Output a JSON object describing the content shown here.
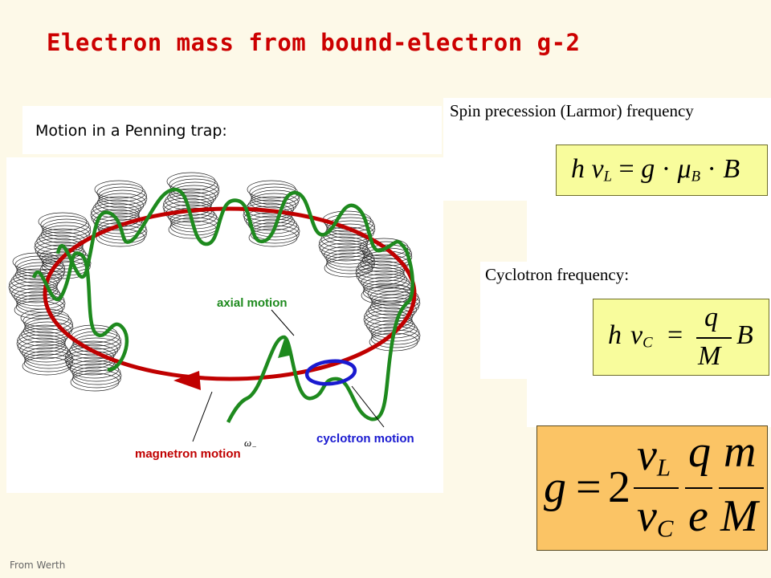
{
  "title": "Electron mass from bound-electron g-2",
  "subtitle": "Motion in a Penning trap:",
  "diagram": {
    "axial_label": "axial motion",
    "cyclotron_label": "cyclotron motion",
    "magnetron_label": "magnetron motion",
    "omega_symbol": "ω",
    "omega_sub": "−"
  },
  "spin": {
    "label": "Spin precession (Larmor) frequency",
    "eq": {
      "h": "h",
      "nu": "ν",
      "sub": "L",
      "eq": "=",
      "g": "g",
      "dot1": "·",
      "mu": "μ",
      "musub": "B",
      "dot2": "·",
      "B": "B"
    }
  },
  "cyclotron": {
    "label": "Cyclotron frequency:",
    "eq": {
      "h": "h",
      "nu": "ν",
      "sub": "C",
      "eq": "=",
      "num": "q",
      "den": "M",
      "B": "B"
    }
  },
  "main_eq": {
    "g": "g",
    "eq": "=",
    "two": "2",
    "nuL": "ν",
    "subL": "L",
    "nuC": "ν",
    "subC": "C",
    "q": "q",
    "e": "e",
    "m": "m",
    "M": "M"
  },
  "credit": "From Werth",
  "colors": {
    "title": "#cc0000",
    "trap_orbit": "#c00000",
    "axial": "#1e8a1e",
    "cyclotron_ring": "#1a1ad0",
    "eq_box": "#f8fc9c",
    "main_box": "#fbc465"
  }
}
